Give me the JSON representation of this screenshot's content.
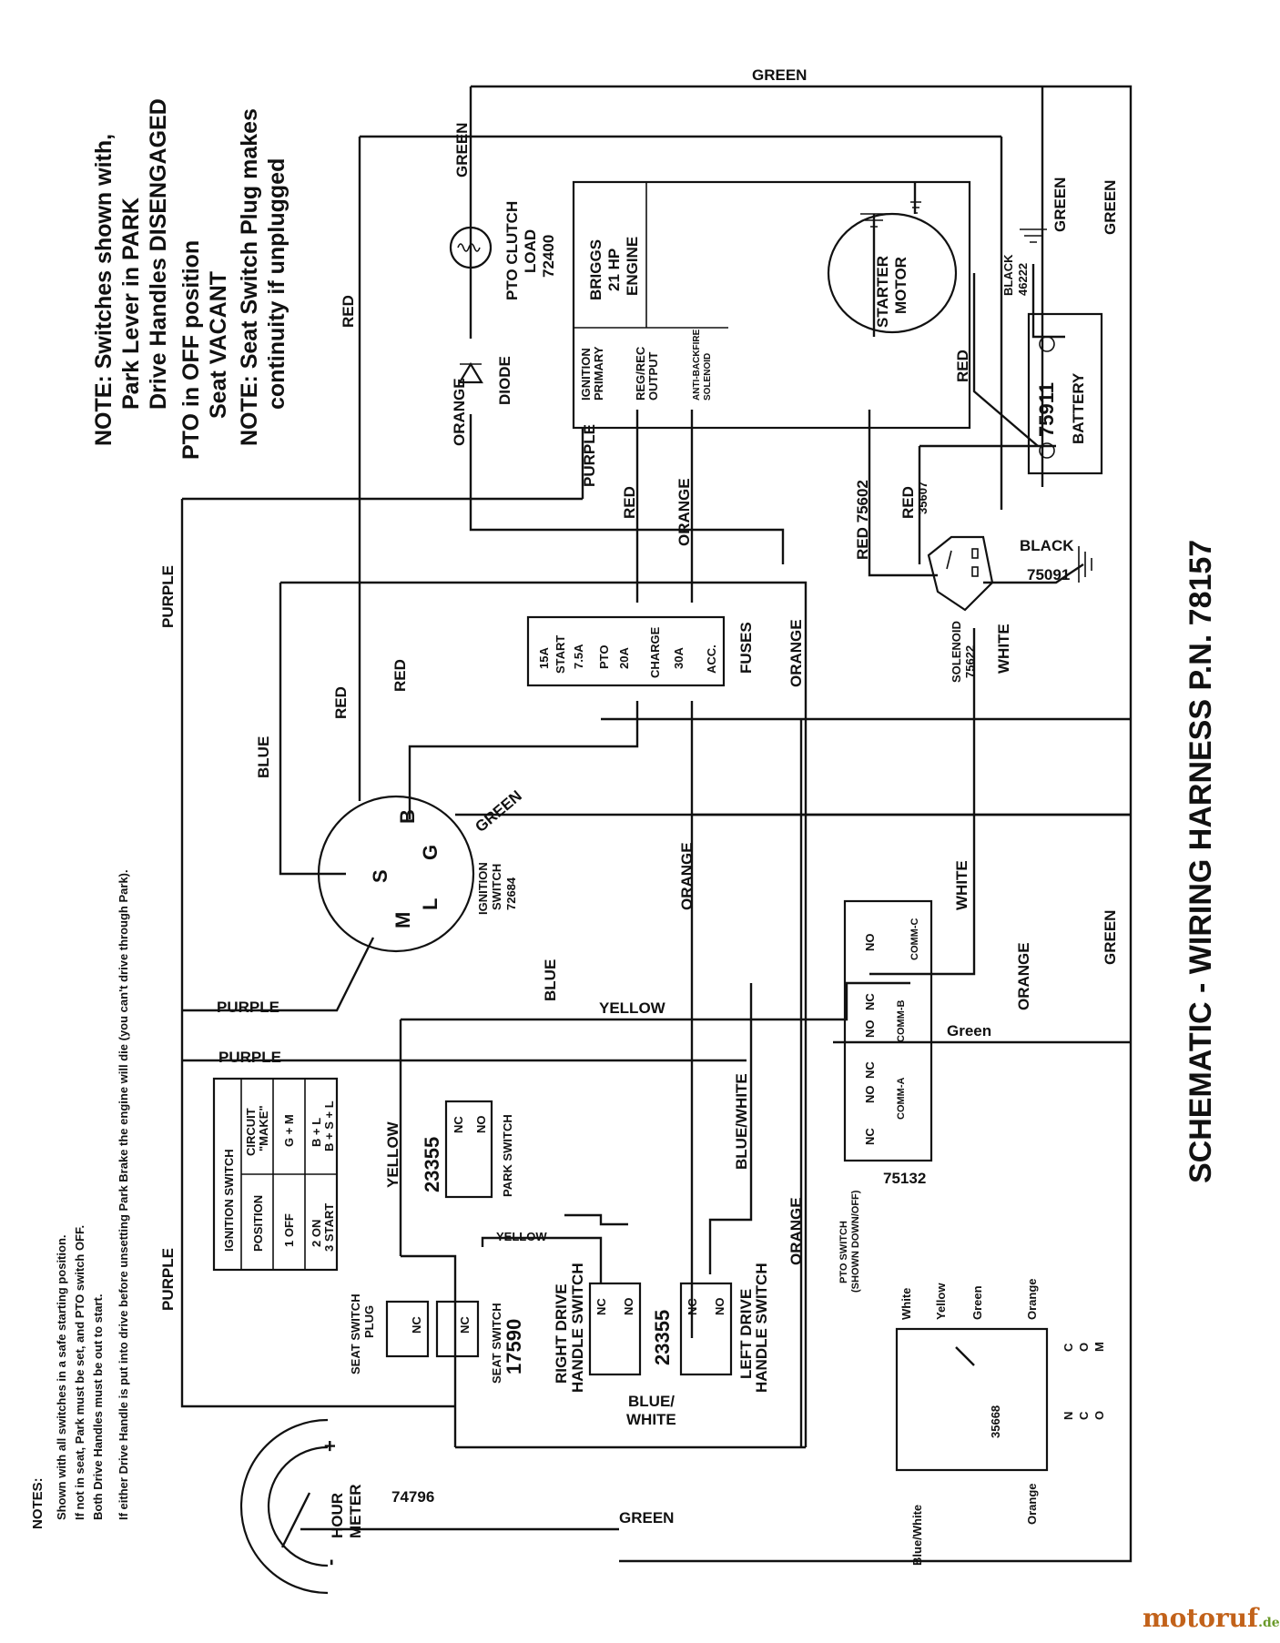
{
  "title": "SCHEMATIC - WIRING HARNESS P.N. 78157",
  "notes_top": {
    "line1": "NOTE: Switches shown with,",
    "line2": "Park Lever in PARK",
    "line3": "Drive Handles DISENGAGED",
    "line4": "PTO in OFF position",
    "line5": "Seat VACANT",
    "line6": "NOTE: Seat Switch Plug makes",
    "line7": "continuity if unplugged"
  },
  "notes_bottom": {
    "heading": "NOTES:",
    "line1": "Shown with all switches in a safe starting position.",
    "line2": "If not in seat, Park must be set, and PTO switch OFF.",
    "line3": "Both Drive Handles must be out to start.",
    "line4": "If either Drive Handle is put into drive before unsetting Park Brake the engine will die (you can't drive through Park)."
  },
  "wires": {
    "green": "GREEN",
    "green_mixed": "Green",
    "red": "RED",
    "purple": "PURPLE",
    "blue": "BLUE",
    "orange": "ORANGE",
    "yellow": "YELLOW",
    "white": "WHITE",
    "black": "BLACK",
    "blue_white": "BLUE/WHITE",
    "blue_white_1": "BLUE/",
    "blue_white_2": "WHITE",
    "red_75602": "RED 75602"
  },
  "components": {
    "engine": {
      "l1": "BRIGGS",
      "l2": "21 HP",
      "l3": "ENGINE"
    },
    "engine_terms": {
      "ign1": "IGNITION",
      "ign2": "PRIMARY",
      "reg1": "REG/REC",
      "reg2": "OUTPUT",
      "ab1": "ANTI-BACKFIRE",
      "ab2": "SOLENOID"
    },
    "pto_clutch": {
      "l1": "PTO CLUTCH",
      "l2": "LOAD",
      "l3": "72400"
    },
    "diode": "DIODE",
    "starter": {
      "l1": "STARTER",
      "l2": "MOTOR"
    },
    "battery": {
      "num": "75911",
      "label": "BATTERY",
      "black_num": "46222"
    },
    "solenoid": {
      "l1": "SOLENOID",
      "l2": "75622",
      "red_num": "35607",
      "black_num": "75091"
    },
    "fuses": {
      "label": "FUSES",
      "f1": "15A",
      "f1b": "START",
      "f2": "7.5A",
      "f2b": "PTO",
      "f3": "20A",
      "f3b": "CHARGE",
      "f4": "30A",
      "f4b": "ACC."
    },
    "ignition_switch": {
      "l1": "IGNITION",
      "l2": "SWITCH",
      "num": "72684",
      "S": "S",
      "B": "B",
      "G": "G",
      "M": "M",
      "L": "L"
    },
    "pto_switch": {
      "num": "75132",
      "l1": "PTO SWITCH",
      "l2": "(SHOWN DOWN/OFF)",
      "nc": "NC",
      "no": "NO",
      "comm_a": "COMM-A",
      "comm_b": "COMM-B",
      "comm_c": "COMM-C"
    },
    "park_switch": {
      "num": "23355",
      "label": "PARK SWITCH",
      "nc": "NC",
      "no": "NO"
    },
    "drive_switches": {
      "num": "23355",
      "right1": "RIGHT DRIVE",
      "right2": "HANDLE SWITCH",
      "left1": "LEFT DRIVE",
      "left2": "HANDLE SWITCH",
      "nc": "NC",
      "no": "NO"
    },
    "seat_switch": {
      "l1": "SEAT SWITCH",
      "num": "17590",
      "plug1": "SEAT SWITCH",
      "plug2": "PLUG",
      "nc": "NC"
    },
    "hour_meter": {
      "l1": "HOUR",
      "l2": "METER",
      "num": "74796",
      "plus": "+",
      "minus": "-"
    },
    "connector": {
      "num": "35668",
      "white": "White",
      "yellow": "Yellow",
      "green": "Green",
      "orange": "Orange",
      "blue_white": "Blue/White",
      "orange2": "Orange",
      "n": "N",
      "c": "C",
      "o": "O",
      "m": "M"
    }
  },
  "ign_table": {
    "header": "IGNITION SWITCH",
    "col1": "POSITION",
    "col2a": "CIRCUIT",
    "col2b": "\"MAKE\"",
    "rows": [
      {
        "pos": "1 OFF",
        "make": "G + M"
      },
      {
        "pos": "2 ON",
        "make": "B + L"
      },
      {
        "pos": "3 START",
        "make": "B + S + L"
      }
    ]
  },
  "watermark": {
    "main": "motoruf",
    "suffix": ".de"
  }
}
